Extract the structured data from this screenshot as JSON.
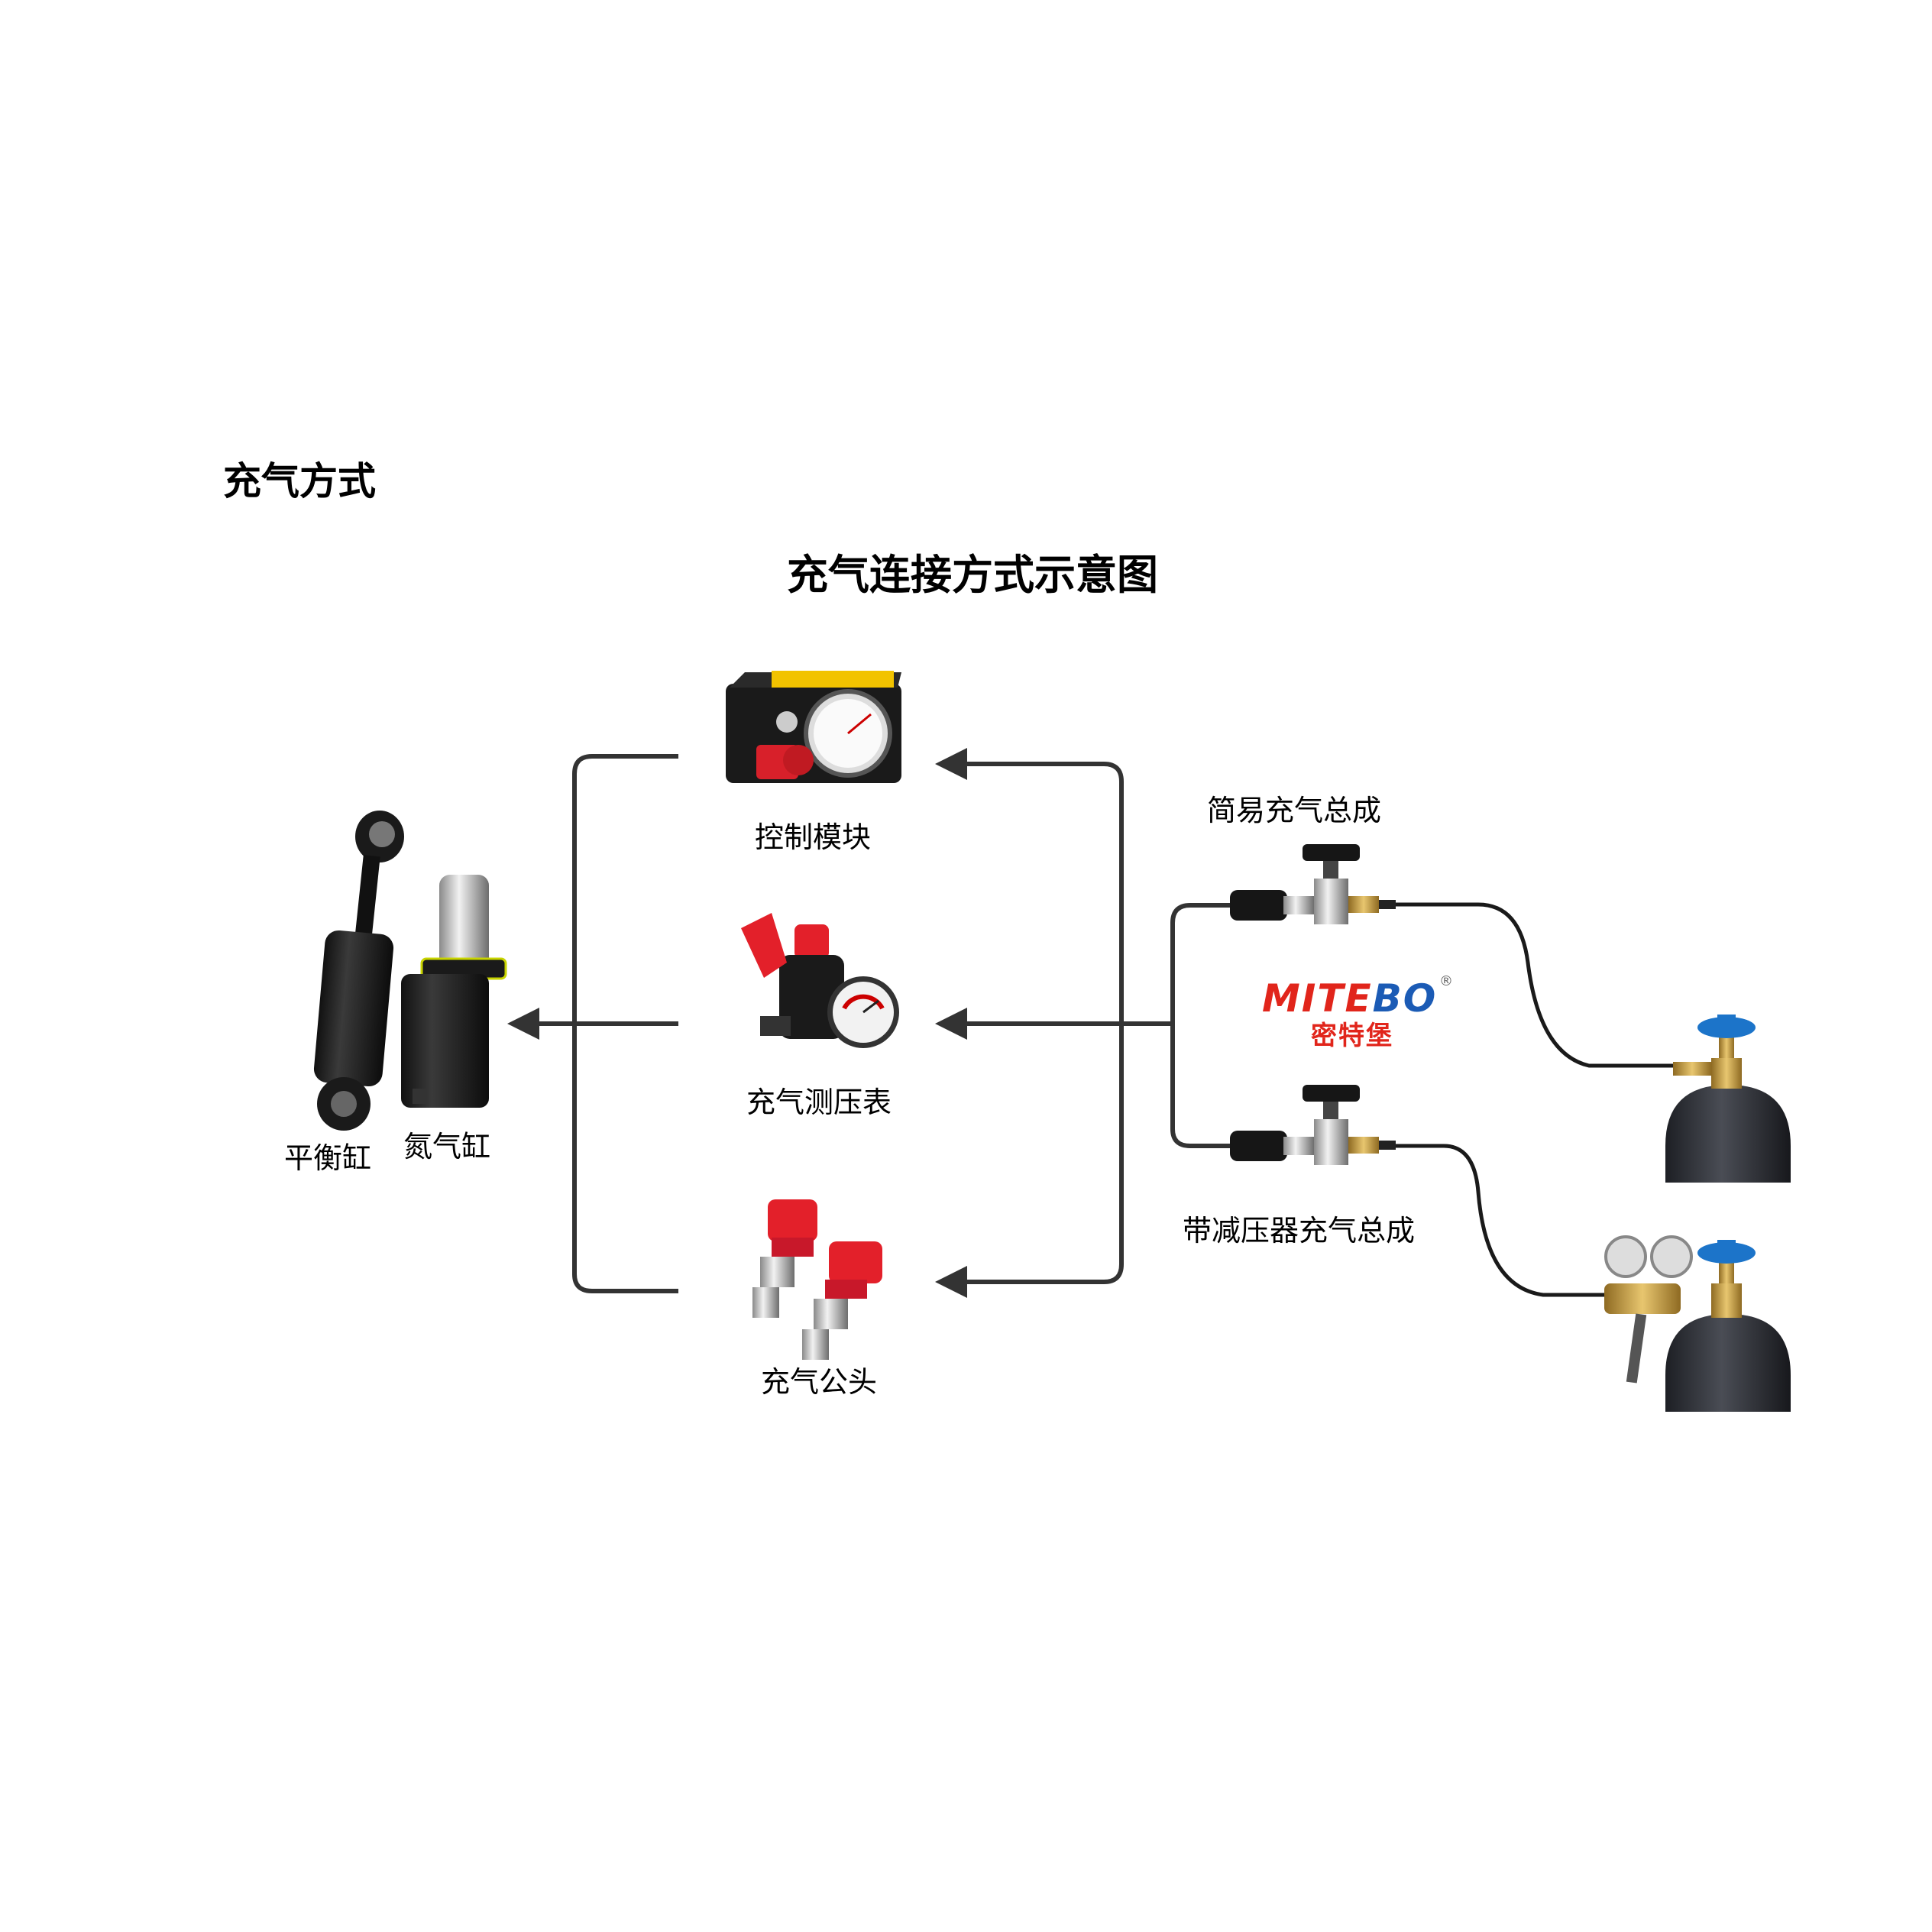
{
  "section_title": "充气方式",
  "diagram_title": "充气连接方式示意图",
  "nodes": {
    "control_module": "控制模块",
    "charging_gauge": "充气测压表",
    "charging_male_connector": "充气公头",
    "balance_cylinder": "平衡缸",
    "nitrogen_cylinder": "氮气缸",
    "simple_assembly": "简易充气总成",
    "reducer_assembly": "带减压器充气总成"
  },
  "brand": {
    "name_en_main": "MITE",
    "name_en_tail": "BO",
    "name_cn": "密特堡",
    "registered": "®"
  },
  "colors": {
    "connector_line": "#333333",
    "cylinder_black": "#1e1e1e",
    "connector_red": "#e3202a",
    "valve_blue": "#1c74c9",
    "gas_bottle": "#2b2d33",
    "brass": "#c9a24a",
    "brand_red": "#e1251b",
    "brand_blue": "#1b5bb5"
  },
  "icons": [
    "control-module-icon",
    "pressure-gauge-icon",
    "male-connector-icon",
    "balance-cylinder-icon",
    "nitrogen-cylinder-icon",
    "valve-assembly-icon",
    "gas-bottle-icon",
    "pressure-reducer-icon"
  ]
}
